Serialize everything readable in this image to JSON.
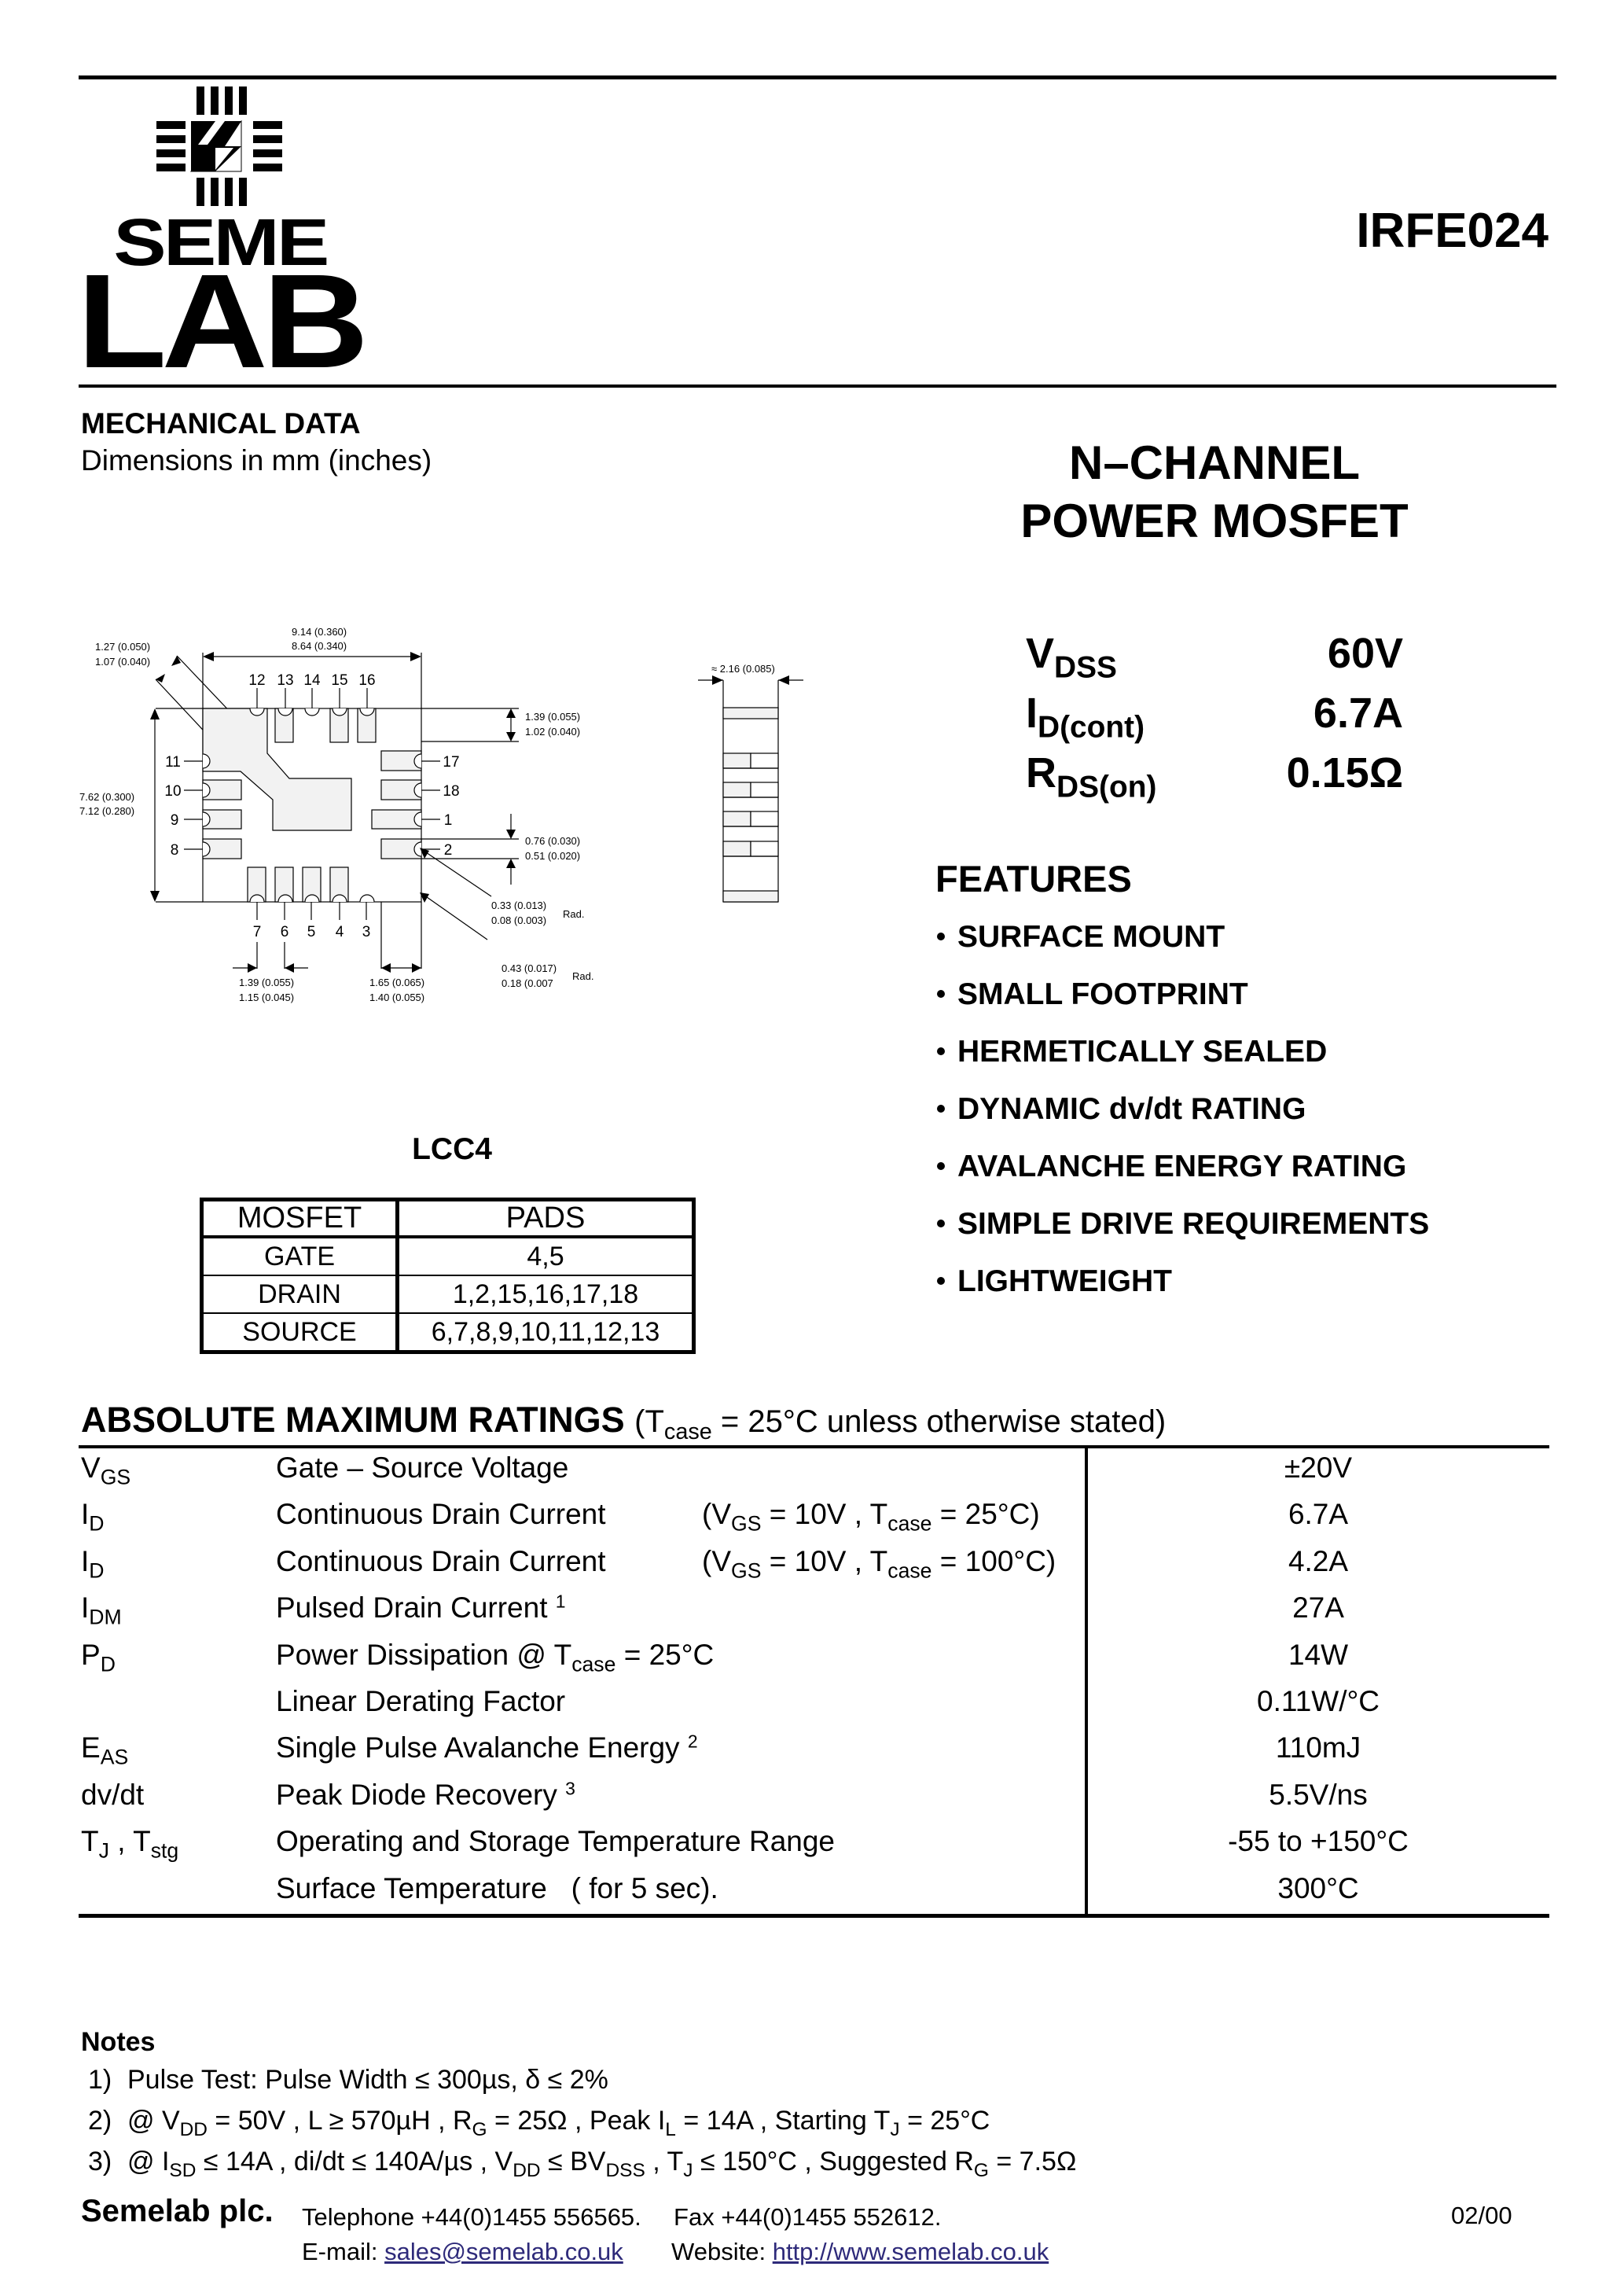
{
  "header": {
    "brand_top": "SEME",
    "brand_bottom": "LAB",
    "part_number": "IRFE024"
  },
  "mechanical": {
    "title": "MECHANICAL DATA",
    "subtitle": "Dimensions in mm (inches)"
  },
  "product": {
    "title_line1": "N–CHANNEL",
    "title_line2": "POWER MOSFET"
  },
  "key_specs": [
    {
      "symbol": "V",
      "subscript": "DSS",
      "value": "60V"
    },
    {
      "symbol": "I",
      "subscript": "D(cont)",
      "value": "6.7A"
    },
    {
      "symbol": "R",
      "subscript": "DS(on)",
      "value": "0.15Ω"
    }
  ],
  "features": {
    "title": "FEATURES",
    "items": [
      "SURFACE MOUNT",
      "SMALL FOOTPRINT",
      "HERMETICALLY SEALED",
      "DYNAMIC dv/dt RATING",
      "AVALANCHE ENERGY RATING",
      "SIMPLE DRIVE REQUIREMENTS",
      "LIGHTWEIGHT"
    ]
  },
  "diagram": {
    "top_width_max": "9.14 (0.360)",
    "top_width_min": "8.64 (0.340)",
    "corner_max": "1.27 (0.050)",
    "corner_min": "1.07 (0.040)",
    "height_max": "7.62 (0.300)",
    "height_min": "7.12 (0.280)",
    "pad_len_max": "1.39 (0.055)",
    "pad_len_min": "1.02 (0.040)",
    "pad_w_max": "0.76 (0.030)",
    "pad_w_min": "0.51 (0.020)",
    "rad1_max": "0.33 (0.013)",
    "rad1_min": "0.08 (0.003)",
    "rad_label": "Rad.",
    "rad2_max": "0.43 (0.017)",
    "rad2_min": "0.18 (0.007",
    "pitch_max": "1.39 (0.055)",
    "pitch_min": "1.15 (0.045)",
    "edge_max": "1.65 (0.065)",
    "edge_min": "1.40 (0.055)",
    "side_thickness": "≈ 2.16 (0.085)",
    "pins_top": [
      "12",
      "13",
      "14",
      "15",
      "16"
    ],
    "pins_left": [
      "11",
      "10",
      "9",
      "8"
    ],
    "pins_right": [
      "17",
      "18",
      "1",
      "2"
    ],
    "pins_bottom": [
      "7",
      "6",
      "5",
      "4",
      "3"
    ],
    "pad_fill": "#f2f2f2"
  },
  "package": {
    "name": "LCC4",
    "table": {
      "headers": [
        "MOSFET",
        "PADS"
      ],
      "rows": [
        [
          "GATE",
          "4,5"
        ],
        [
          "DRAIN",
          "1,2,15,16,17,18"
        ],
        [
          "SOURCE",
          "6,7,8,9,10,11,12,13"
        ]
      ]
    }
  },
  "ratings": {
    "title": "ABSOLUTE MAXIMUM RATINGS",
    "condition_prefix": "(T",
    "condition_sub": "case",
    "condition_suffix": " = 25°C unless otherwise stated)",
    "rows": [
      {
        "sym": "V",
        "sym_sub": "GS",
        "sym2": "",
        "sym2_sub": "",
        "desc": "Gate – Source Voltage",
        "desc_sub": "",
        "desc_tail": "",
        "note": "",
        "cond": "",
        "value": "±20V"
      },
      {
        "sym": "I",
        "sym_sub": "D",
        "sym2": "",
        "sym2_sub": "",
        "desc": "Continuous Drain Current",
        "desc_sub": "",
        "desc_tail": "",
        "note": "",
        "cond": "(V<sub>GS</sub> = 10V , T<sub>case</sub> = 25°C)",
        "value": "6.7A"
      },
      {
        "sym": "I",
        "sym_sub": "D",
        "sym2": "",
        "sym2_sub": "",
        "desc": "Continuous Drain Current",
        "desc_sub": "",
        "desc_tail": "",
        "note": "",
        "cond": "(V<sub>GS</sub> = 10V , T<sub>case</sub> = 100°C)",
        "value": "4.2A"
      },
      {
        "sym": "I",
        "sym_sub": "DM",
        "sym2": "",
        "sym2_sub": "",
        "desc": "Pulsed Drain Current",
        "desc_sub": "",
        "desc_tail": "",
        "note": "1",
        "cond": "",
        "value": "27A"
      },
      {
        "sym": "P",
        "sym_sub": "D",
        "sym2": "",
        "sym2_sub": "",
        "desc": "Power Dissipation @ T",
        "desc_sub": "case",
        "desc_tail": " = 25°C",
        "note": "",
        "cond": "",
        "value": "14W"
      },
      {
        "sym": "",
        "sym_sub": "",
        "sym2": "",
        "sym2_sub": "",
        "desc": "Linear Derating Factor",
        "desc_sub": "",
        "desc_tail": "",
        "note": "",
        "cond": "",
        "value": "0.11W/°C"
      },
      {
        "sym": "E",
        "sym_sub": "AS",
        "sym2": "",
        "sym2_sub": "",
        "desc": "Single Pulse Avalanche Energy",
        "desc_sub": "",
        "desc_tail": "",
        "note": "2",
        "cond": "",
        "value": "110mJ"
      },
      {
        "sym": "dv/dt",
        "sym_sub": "",
        "sym2": "",
        "sym2_sub": "",
        "desc": "Peak Diode Recovery",
        "desc_sub": "",
        "desc_tail": "",
        "note": "3",
        "cond": "",
        "value": "5.5V/ns"
      },
      {
        "sym": "T",
        "sym_sub": "J",
        "sym2": " , T",
        "sym2_sub": "stg",
        "desc": "Operating and Storage Temperature Range",
        "desc_sub": "",
        "desc_tail": "",
        "note": "",
        "cond": "",
        "value": "-55 to +150°C"
      },
      {
        "sym": "",
        "sym_sub": "",
        "sym2": "",
        "sym2_sub": "",
        "desc": "Surface Temperature   ( for 5 sec).",
        "desc_sub": "",
        "desc_tail": "",
        "note": "",
        "cond": "",
        "value": "300°C"
      }
    ]
  },
  "notes": {
    "title": "Notes",
    "items": [
      {
        "num": "1)",
        "html": "Pulse Test: Pulse Width ≤ 300µs, δ ≤ 2%"
      },
      {
        "num": "2)",
        "html": "@ V<sub>DD</sub> = 50V , L ≥ 570µH , R<sub>G</sub> = 25Ω , Peak I<sub>L</sub> = 14A , Starting T<sub>J</sub> = 25°C"
      },
      {
        "num": "3)",
        "html": "@ I<sub>SD</sub> ≤ 14A , di/dt ≤ 140A/µs , V<sub>DD</sub> ≤ BV<sub>DSS</sub> , T<sub>J</sub> ≤ 150°C , Suggested R<sub>G</sub> = 7.5Ω"
      }
    ]
  },
  "footer": {
    "company": "Semelab plc.",
    "telephone": "Telephone +44(0)1455 556565.",
    "fax": "Fax +44(0)1455 552612.",
    "email_label": "E-mail: ",
    "email": "sales@semelab.co.uk",
    "website_label": "Website: ",
    "website": "http://www.semelab.co.uk",
    "date": "02/00",
    "link_color": "#2e2a7a"
  }
}
